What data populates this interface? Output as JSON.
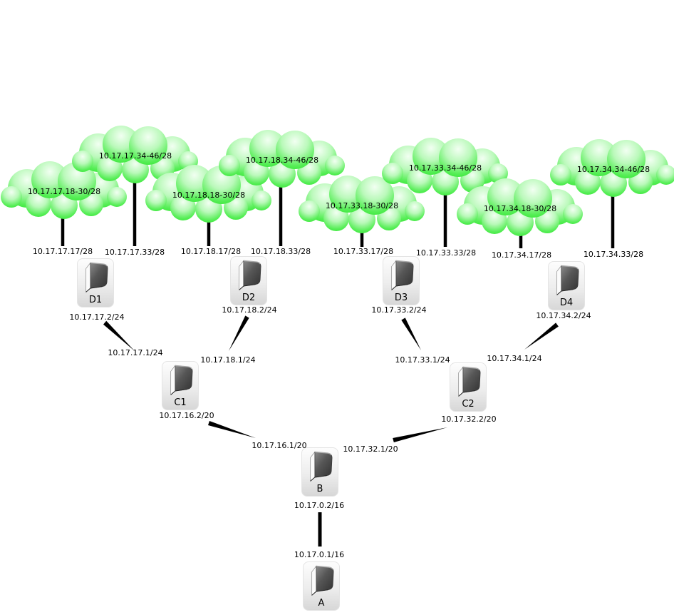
{
  "diagram_type": "network-topology",
  "clouds": [
    {
      "id": "subnet-10-17-17-18-30",
      "label": "10.17.17.18-30/28"
    },
    {
      "id": "subnet-10-17-17-34-46",
      "label": "10.17.17.34-46/28"
    },
    {
      "id": "subnet-10-17-18-18-30",
      "label": "10.17.18.18-30/28"
    },
    {
      "id": "subnet-10-17-18-34-46",
      "label": "10.17.18.34-46/28"
    },
    {
      "id": "subnet-10-17-33-18-30",
      "label": "10.17.33.18-30/28"
    },
    {
      "id": "subnet-10-17-33-34-46",
      "label": "10.17.33.34-46/28"
    },
    {
      "id": "subnet-10-17-34-18-30",
      "label": "10.17.34.18-30/28"
    },
    {
      "id": "subnet-10-17-34-34-46",
      "label": "10.17.34.34-46/28"
    }
  ],
  "routers": [
    {
      "id": "D1",
      "label": "D1"
    },
    {
      "id": "D2",
      "label": "D2"
    },
    {
      "id": "D3",
      "label": "D3"
    },
    {
      "id": "D4",
      "label": "D4"
    },
    {
      "id": "C1",
      "label": "C1"
    },
    {
      "id": "C2",
      "label": "C2"
    },
    {
      "id": "B",
      "label": "B"
    },
    {
      "id": "A",
      "label": "A"
    }
  ],
  "interfaces": {
    "d1_lan1": "10.17.17.17/28",
    "d1_lan2": "10.17.17.33/28",
    "d2_lan1": "10.17.18.17/28",
    "d2_lan2": "10.17.18.33/28",
    "d3_lan1": "10.17.33.17/28",
    "d3_lan2": "10.17.33.33/28",
    "d4_lan1": "10.17.34.17/28",
    "d4_lan2": "10.17.34.33/28",
    "d1_up": "10.17.17.2/24",
    "d2_up": "10.17.18.2/24",
    "d3_up": "10.17.33.2/24",
    "d4_up": "10.17.34.2/24",
    "c1_d1": "10.17.17.1/24",
    "c1_d2": "10.17.18.1/24",
    "c2_d3": "10.17.33.1/24",
    "c2_d4": "10.17.34.1/24",
    "c1_up": "10.17.16.2/20",
    "c2_up": "10.17.32.2/20",
    "b_c1": "10.17.16.1/20",
    "b_c2": "10.17.32.1/20",
    "b_a": "10.17.0.2/16",
    "a_b": "10.17.0.1/16"
  },
  "colors": {
    "cloud_edge_green": "#27e227",
    "cloud_center": "#f2fff2",
    "link": "#000000",
    "background": "#ffffff"
  }
}
